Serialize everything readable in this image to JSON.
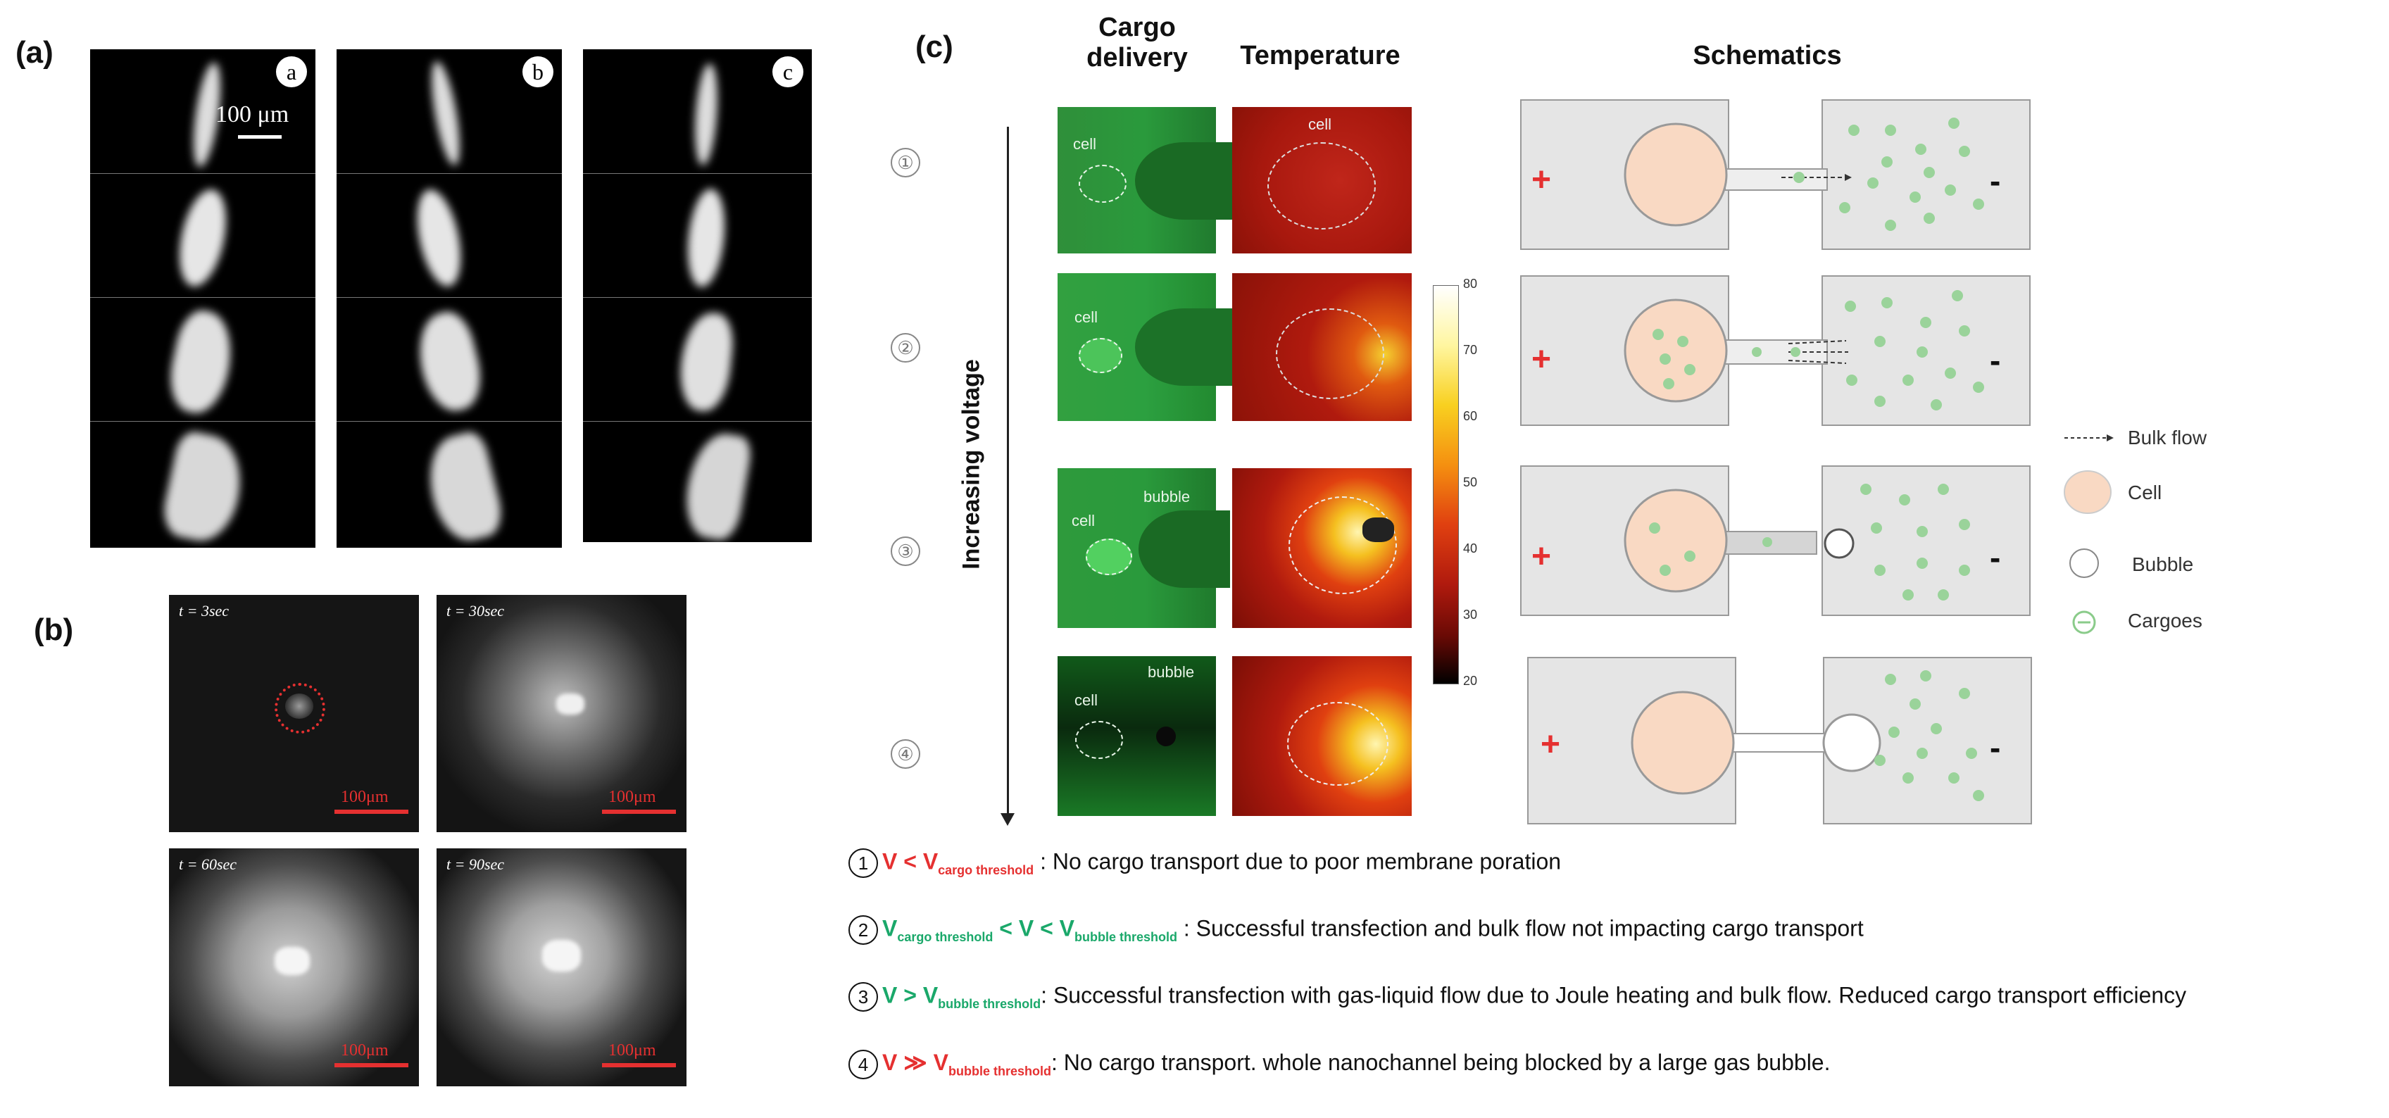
{
  "panels": {
    "a": "(a)",
    "b": "(b)",
    "c": "(c)"
  },
  "panel_a": {
    "column_letters": [
      "a",
      "b",
      "c"
    ],
    "scale_label": "100 μm"
  },
  "panel_b": {
    "times": [
      "t = 3sec",
      "t = 30sec",
      "t = 60sec",
      "t = 90sec"
    ],
    "scale_label": "100μm"
  },
  "panel_c": {
    "headers": {
      "cargo_line1": "Cargo",
      "cargo_line2": "delivery",
      "temperature": "Temperature",
      "schematics": "Schematics"
    },
    "axis_label": "Increasing voltage",
    "row_numbers": [
      "①",
      "②",
      "③",
      "④"
    ],
    "cell_label": "cell",
    "bubble_label": "bubble",
    "colorbar_ticks": [
      "80",
      "70",
      "60",
      "50",
      "40",
      "30",
      "20"
    ],
    "plus": "+",
    "minus": "-",
    "legend": {
      "bulk_flow": "Bulk flow",
      "cell": "Cell",
      "bubble": "Bubble",
      "cargoes": "Cargoes"
    },
    "notes": [
      {
        "num": "1",
        "v": "V < V",
        "sub": "cargo threshold",
        "text": " :  No cargo transport due to poor membrane poration"
      },
      {
        "num": "2",
        "v1": "V",
        "sub1": "cargo threshold",
        "mid": " < V < V",
        "sub2": "bubble threshold",
        "text": " : Successful transfection and bulk flow not impacting cargo transport"
      },
      {
        "num": "3",
        "v": "V > V",
        "sub": "bubble threshold",
        "text": ":  Successful transfection with gas-liquid flow due to Joule heating and bulk flow. Reduced cargo transport efficiency"
      },
      {
        "num": "4",
        "v": "V ≫ V",
        "sub": "bubble threshold",
        "text": ": No cargo transport. whole nanochannel being blocked by a large gas bubble."
      }
    ]
  },
  "colors": {
    "red_accent": "#e53030",
    "green_accent": "#1aa86a",
    "cell_fill": "#f9d9c3",
    "cargo_green": "#9ad39a",
    "schematic_bg": "#e5e5e5"
  }
}
